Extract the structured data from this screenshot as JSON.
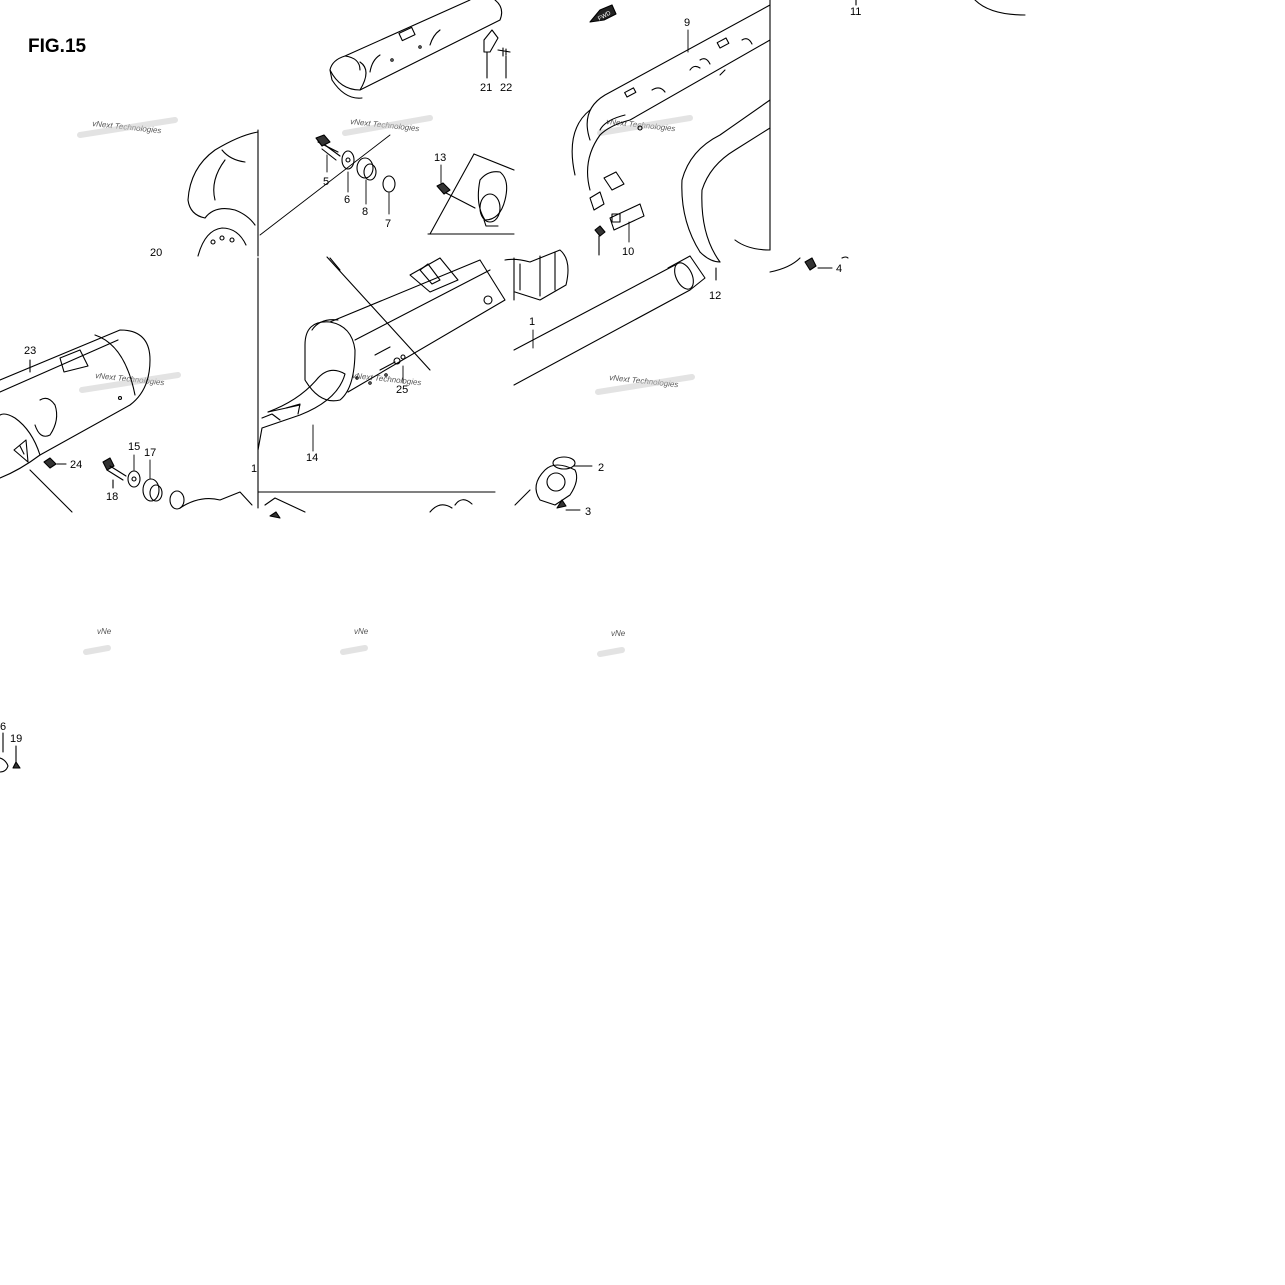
{
  "figure": {
    "title": "FIG.15",
    "fwd_label": "FWD",
    "watermark_text": "vNext Technologies",
    "watermark_fragment": "vNe"
  },
  "callouts": [
    {
      "id": "9",
      "text": "9"
    },
    {
      "id": "11",
      "text": "11"
    },
    {
      "id": "21",
      "text": "21"
    },
    {
      "id": "22",
      "text": "22"
    },
    {
      "id": "5",
      "text": "5"
    },
    {
      "id": "6",
      "text": "6"
    },
    {
      "id": "8",
      "text": "8"
    },
    {
      "id": "7",
      "text": "7"
    },
    {
      "id": "13",
      "text": "13"
    },
    {
      "id": "20",
      "text": "20"
    },
    {
      "id": "10",
      "text": "10"
    },
    {
      "id": "12",
      "text": "12"
    },
    {
      "id": "4",
      "text": "4"
    },
    {
      "id": "1",
      "text": "1"
    },
    {
      "id": "23",
      "text": "23"
    },
    {
      "id": "25",
      "text": "25"
    },
    {
      "id": "14",
      "text": "14"
    },
    {
      "id": "1b",
      "text": "1"
    },
    {
      "id": "15",
      "text": "15"
    },
    {
      "id": "17",
      "text": "17"
    },
    {
      "id": "24",
      "text": "24"
    },
    {
      "id": "18",
      "text": "18"
    },
    {
      "id": "2",
      "text": "2"
    },
    {
      "id": "3",
      "text": "3"
    },
    {
      "id": "6b",
      "text": "6"
    },
    {
      "id": "19",
      "text": "19"
    }
  ]
}
